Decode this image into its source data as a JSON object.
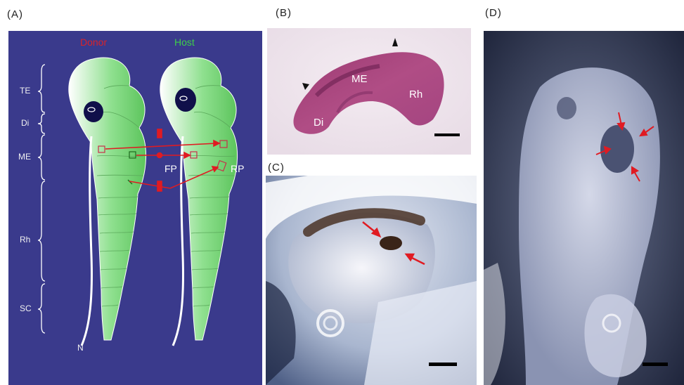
{
  "panels": {
    "a": "(A)",
    "b": "(B)",
    "c": "(C)",
    "d": "(D)"
  },
  "panel_a": {
    "donor": "Donor",
    "host": "Host",
    "regions": [
      "TE",
      "Di",
      "ME",
      "Rh",
      "SC"
    ],
    "fp": "FP",
    "rp": "RP",
    "n": "N"
  },
  "panel_b": {
    "labels": [
      "ME",
      "Rh",
      "Di"
    ]
  },
  "colors": {
    "panel_a_bg": "#3a3a8c",
    "embryo_green": "#6fd06f",
    "donor_red": "#d8232a",
    "host_green": "#3ecf4a",
    "arrow_red": "#e01b22"
  }
}
